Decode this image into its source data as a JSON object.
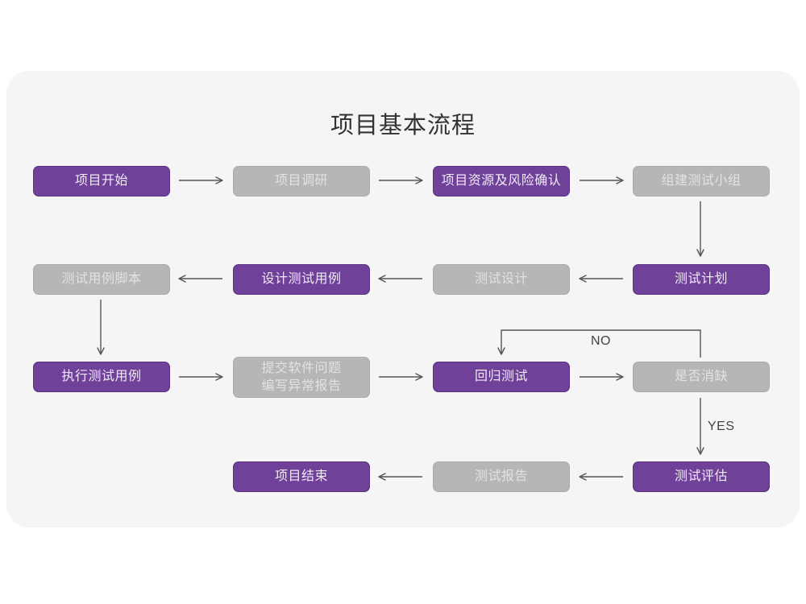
{
  "page": {
    "background": "#ffffff",
    "card_background": "#f5f5f5"
  },
  "title": "项目基本流程",
  "colors": {
    "purple_fill": "#6f4199",
    "purple_border": "#5b3380",
    "purple_text": "#f0eaf6",
    "gray_fill": "#b6b6b6",
    "gray_border": "#ababab",
    "gray_text": "#e2e2e2",
    "arrow": "#555555",
    "title_text": "#333333"
  },
  "chart_data": {
    "type": "diagram",
    "title": "项目基本流程",
    "nodes": [
      {
        "id": "n1",
        "label": "项目开始",
        "style": "purple",
        "row": 1,
        "col": 1
      },
      {
        "id": "n2",
        "label": "项目调研",
        "style": "gray",
        "row": 1,
        "col": 2
      },
      {
        "id": "n3",
        "label": "项目资源及风险确认",
        "style": "purple",
        "row": 1,
        "col": 3
      },
      {
        "id": "n4",
        "label": "组建测试小组",
        "style": "gray",
        "row": 1,
        "col": 4
      },
      {
        "id": "n5",
        "label": "测试用例脚本",
        "style": "gray",
        "row": 2,
        "col": 1
      },
      {
        "id": "n6",
        "label": "设计测试用例",
        "style": "purple",
        "row": 2,
        "col": 2
      },
      {
        "id": "n7",
        "label": "测试设计",
        "style": "gray",
        "row": 2,
        "col": 3
      },
      {
        "id": "n8",
        "label": "测试计划",
        "style": "purple",
        "row": 2,
        "col": 4
      },
      {
        "id": "n9",
        "label": "执行测试用例",
        "style": "purple",
        "row": 3,
        "col": 1
      },
      {
        "id": "n10",
        "label": "提交软件问题\n编写异常报告",
        "style": "gray",
        "row": 3,
        "col": 2
      },
      {
        "id": "n11",
        "label": "回归测试",
        "style": "purple",
        "row": 3,
        "col": 3
      },
      {
        "id": "n12",
        "label": "是否消缺",
        "style": "gray",
        "row": 3,
        "col": 4
      },
      {
        "id": "n13",
        "label": "项目结束",
        "style": "purple",
        "row": 4,
        "col": 2
      },
      {
        "id": "n14",
        "label": "测试报告",
        "style": "gray",
        "row": 4,
        "col": 3
      },
      {
        "id": "n15",
        "label": "测试评估",
        "style": "purple",
        "row": 4,
        "col": 4
      }
    ],
    "edges": [
      {
        "from": "n1",
        "to": "n2",
        "direction": "right",
        "label": ""
      },
      {
        "from": "n2",
        "to": "n3",
        "direction": "right",
        "label": ""
      },
      {
        "from": "n3",
        "to": "n4",
        "direction": "right",
        "label": ""
      },
      {
        "from": "n4",
        "to": "n8",
        "direction": "down",
        "label": ""
      },
      {
        "from": "n8",
        "to": "n7",
        "direction": "left",
        "label": ""
      },
      {
        "from": "n7",
        "to": "n6",
        "direction": "left",
        "label": ""
      },
      {
        "from": "n6",
        "to": "n5",
        "direction": "left",
        "label": ""
      },
      {
        "from": "n5",
        "to": "n9",
        "direction": "down",
        "label": ""
      },
      {
        "from": "n9",
        "to": "n10",
        "direction": "right",
        "label": ""
      },
      {
        "from": "n10",
        "to": "n11",
        "direction": "right",
        "label": ""
      },
      {
        "from": "n11",
        "to": "n12",
        "direction": "right",
        "label": ""
      },
      {
        "from": "n12",
        "to": "n11",
        "direction": "loop-up-left",
        "label": "NO"
      },
      {
        "from": "n12",
        "to": "n15",
        "direction": "down",
        "label": "YES"
      },
      {
        "from": "n15",
        "to": "n14",
        "direction": "left",
        "label": ""
      },
      {
        "from": "n14",
        "to": "n13",
        "direction": "left",
        "label": ""
      }
    ],
    "edge_labels": [
      "NO",
      "YES"
    ]
  },
  "labels": {
    "no": "NO",
    "yes": "YES"
  },
  "nodes": {
    "n1": "项目开始",
    "n2": "项目调研",
    "n3": "项目资源及风险确认",
    "n4": "组建测试小组",
    "n5": "测试用例脚本",
    "n6": "设计测试用例",
    "n7": "测试设计",
    "n8": "测试计划",
    "n9": "执行测试用例",
    "n10": "提交软件问题\n编写异常报告",
    "n11": "回归测试",
    "n12": "是否消缺",
    "n13": "项目结束",
    "n14": "测试报告",
    "n15": "测试评估"
  }
}
